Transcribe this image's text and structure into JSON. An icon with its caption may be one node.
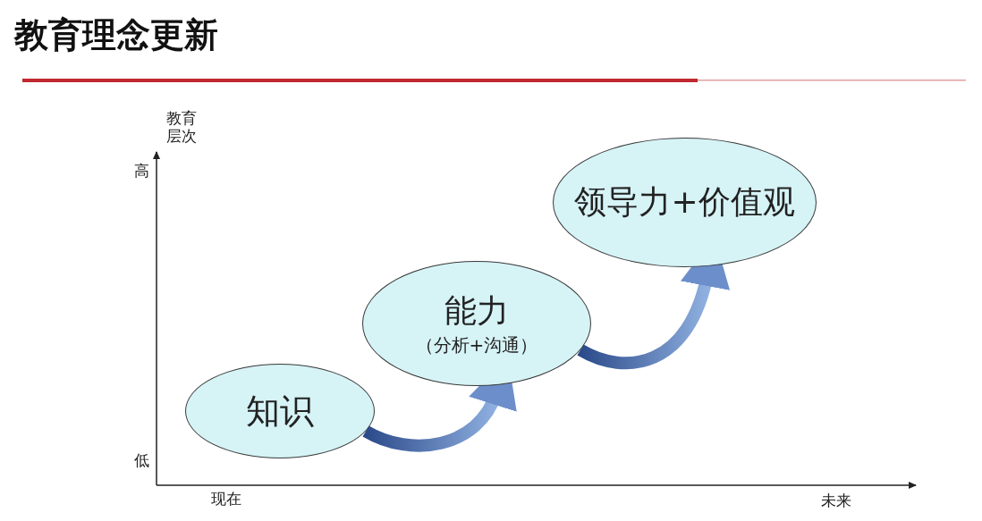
{
  "diagram": {
    "title": "教育理念更新",
    "nodes": [
      {
        "text": [
          "知识"
        ]
      },
      {
        "text": [
          "能力",
          "（分析+沟通）"
        ]
      },
      {
        "text": [
          "领导力+价值观"
        ]
      }
    ],
    "edges": [
      {
        "from": 0,
        "to": 1,
        "arrow": "to"
      },
      {
        "from": 1,
        "to": 2,
        "arrow": "to"
      }
    ],
    "labels": [
      "教育层次",
      "高",
      "低",
      "现在",
      "未来"
    ]
  }
}
